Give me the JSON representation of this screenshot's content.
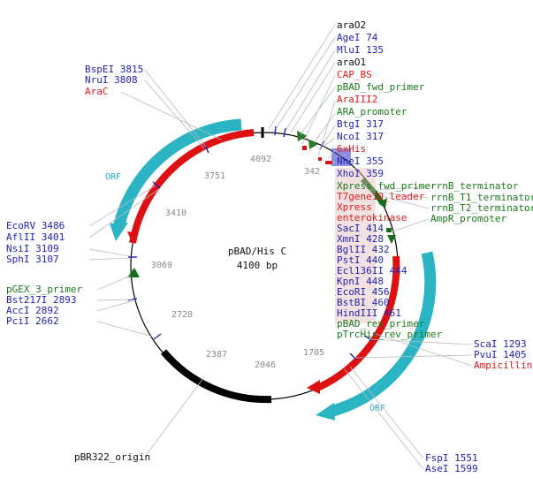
{
  "plasmid": {
    "name": "pBAD/His C",
    "size": "4100 bp"
  },
  "ticks": [
    "4092",
    "342",
    "3751",
    "3410",
    "3069",
    "2728",
    "2387",
    "2046",
    "1705"
  ],
  "orf_labels": [
    "ORF",
    "ORF"
  ],
  "right_top_labels": [
    {
      "text": "araO2",
      "color": "black"
    },
    {
      "text": "AgeI 74",
      "color": "blue"
    },
    {
      "text": "MluI 135",
      "color": "blue"
    },
    {
      "text": "araO1",
      "color": "black"
    },
    {
      "text": "CAP_BS",
      "color": "red"
    },
    {
      "text": "pBAD_fwd_primer",
      "color": "green"
    },
    {
      "text": "AraIII2",
      "color": "red"
    },
    {
      "text": "ARA_promoter",
      "color": "green"
    },
    {
      "text": "BtgI 317",
      "color": "blue"
    },
    {
      "text": "NcoI 317",
      "color": "blue"
    },
    {
      "text": "6xHis",
      "color": "red"
    },
    {
      "text": "NheI 355",
      "color": "blue"
    },
    {
      "text": "XhoI 359",
      "color": "blue"
    }
  ],
  "overlap_labels": [
    {
      "text": "Xpress_fwd_primer",
      "color": "green"
    },
    {
      "text": "T7gene10_leader",
      "color": "red"
    },
    {
      "text": "Xpress",
      "color": "red"
    },
    {
      "text": "enterokinase",
      "color": "red"
    },
    {
      "text": "SacI 414",
      "color": "blue"
    },
    {
      "text": "XmnI 428",
      "color": "blue"
    },
    {
      "text": "BglII 432",
      "color": "blue"
    },
    {
      "text": "PstI 440",
      "color": "blue"
    },
    {
      "text": "Ecl136II 444",
      "color": "blue"
    },
    {
      "text": "KpnI 448",
      "color": "blue"
    },
    {
      "text": "EcoRI 456",
      "color": "blue"
    },
    {
      "text": "BstBI 460",
      "color": "blue"
    },
    {
      "text": "HindIII 461",
      "color": "blue"
    },
    {
      "text": "pBAD_rev_primer",
      "color": "green"
    },
    {
      "text": "pTrcHis_rev_primer",
      "color": "green"
    }
  ],
  "right_mid_labels": [
    {
      "text": "rrnB_terminator",
      "color": "green"
    },
    {
      "text": "rrnB_T1_terminator",
      "color": "green"
    },
    {
      "text": "rrnB_T2_terminator",
      "color": "green"
    },
    {
      "text": "AmpR_promoter",
      "color": "green"
    }
  ],
  "right_bottom_labels": [
    {
      "text": "ScaI 1293",
      "color": "blue"
    },
    {
      "text": "PvuI 1405",
      "color": "blue"
    },
    {
      "text": "Ampicillin",
      "color": "red"
    }
  ],
  "bottom_right_labels": [
    {
      "text": "FspI 1551",
      "color": "blue"
    },
    {
      "text": "AseI 1599",
      "color": "blue"
    }
  ],
  "left_top_labels": [
    {
      "text": "BspEI 3815",
      "color": "blue"
    },
    {
      "text": "NruI 3808",
      "color": "blue"
    },
    {
      "text": "AraC",
      "color": "red"
    }
  ],
  "left_mid_labels": [
    {
      "text": "EcoRV 3486",
      "color": "blue"
    },
    {
      "text": "AflII 3401",
      "color": "blue"
    },
    {
      "text": "NsiI 3109",
      "color": "blue"
    },
    {
      "text": "SphI 3107",
      "color": "blue"
    }
  ],
  "left_low_labels": [
    {
      "text": "pGEX_3_primer",
      "color": "green"
    },
    {
      "text": "Bst217I 2893",
      "color": "blue"
    },
    {
      "text": "AccI 2892",
      "color": "blue"
    },
    {
      "text": "PciI 2662",
      "color": "blue"
    }
  ],
  "bottom_labels": [
    {
      "text": "pBR322_origin",
      "color": "black"
    }
  ]
}
